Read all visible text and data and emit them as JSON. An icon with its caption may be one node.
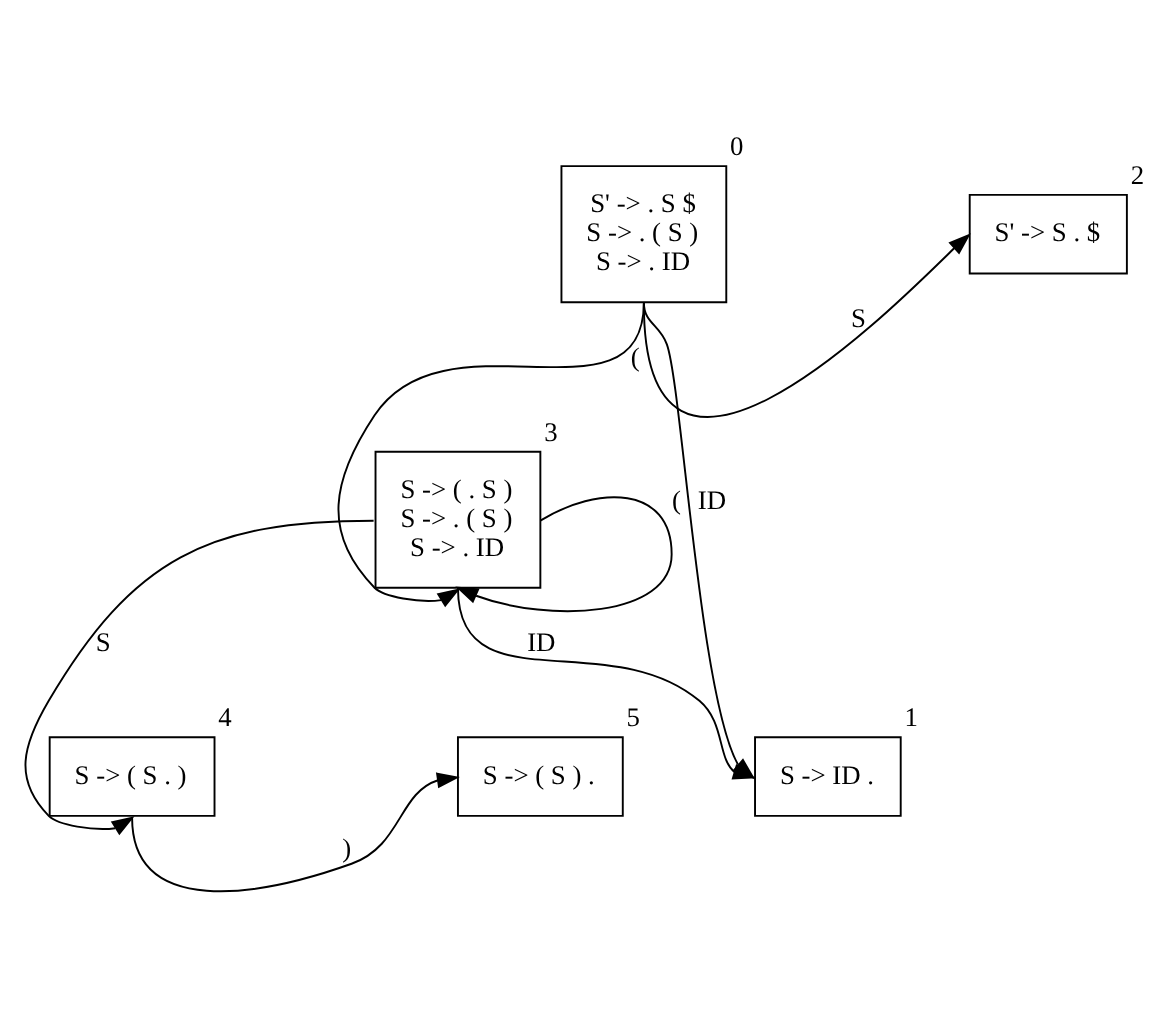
{
  "diagram": {
    "nodes": [
      {
        "text": [
          "S' -> . S $",
          "S -> . ( S )",
          "S -> . ID"
        ],
        "beside": [
          "0"
        ]
      },
      {
        "text": [
          "S' -> S . $"
        ],
        "beside": [
          "2"
        ]
      },
      {
        "text": [
          "S -> ( . S )",
          "S -> . ( S )",
          "S -> . ID"
        ],
        "beside": [
          "3"
        ]
      },
      {
        "text": [
          "S -> ID ."
        ],
        "beside": [
          "1"
        ]
      },
      {
        "text": [
          "S -> ( S . )"
        ],
        "beside": [
          "4"
        ]
      },
      {
        "text": [
          "S -> ( S ) ."
        ],
        "beside": [
          "5"
        ]
      }
    ],
    "edges": [
      {
        "from": 0,
        "to": 1,
        "arrow": "to",
        "label": "S"
      },
      {
        "from": 0,
        "to": 2,
        "arrow": "to",
        "label": "("
      },
      {
        "from": 0,
        "to": 3,
        "arrow": "to",
        "label": "ID"
      },
      {
        "from": 2,
        "to": 3,
        "arrow": "to",
        "label": "ID"
      },
      {
        "from": 2,
        "to": 2,
        "arrow": "to",
        "label": "("
      },
      {
        "from": 2,
        "to": 4,
        "arrow": "to",
        "label": "S"
      },
      {
        "from": 4,
        "to": 5,
        "arrow": "to",
        "label": ")"
      }
    ]
  }
}
